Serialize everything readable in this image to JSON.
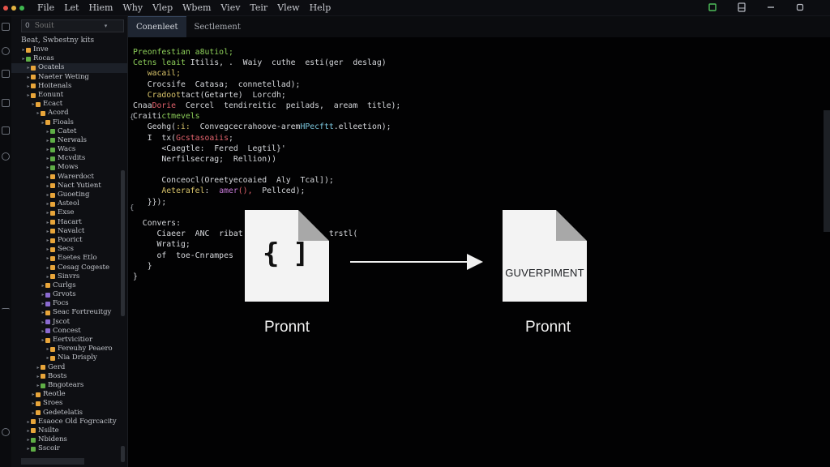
{
  "colors": {
    "close": "#e5534b",
    "minimize": "#e3b341",
    "maximize": "#3fb950",
    "folder": "#e8a53a",
    "folder_green": "#5fae46",
    "folder_purple": "#8a6ad0"
  },
  "menu": [
    "File",
    "Let",
    "Hiem",
    "Why",
    "Vlep",
    "Wbem",
    "Viev",
    "Teir",
    "Vlew",
    "Help"
  ],
  "window_controls": [
    "run-icon",
    "split-icon",
    "minimize-icon",
    "maximize-icon"
  ],
  "sidebar": {
    "search_placeholder": "Souit",
    "search_prefix": "0",
    "title": "Beat, Swbestny kits",
    "items": [
      {
        "label": "Inve",
        "depth": 0,
        "color": "folder"
      },
      {
        "label": "Rocas",
        "depth": 0,
        "color": "folder_green"
      },
      {
        "label": "Ocatels",
        "depth": 1,
        "color": "folder",
        "selected": true
      },
      {
        "label": "Naeter Weting",
        "depth": 1,
        "color": "folder"
      },
      {
        "label": "Hoitenals",
        "depth": 1,
        "color": "folder"
      },
      {
        "label": "Eonunt",
        "depth": 1,
        "color": "folder"
      },
      {
        "label": "Ecact",
        "depth": 2,
        "color": "folder"
      },
      {
        "label": "Acord",
        "depth": 3,
        "color": "folder"
      },
      {
        "label": "Fioals",
        "depth": 4,
        "color": "folder"
      },
      {
        "label": "Catet",
        "depth": 5,
        "color": "folder_green"
      },
      {
        "label": "Nerwals",
        "depth": 5,
        "color": "folder_green"
      },
      {
        "label": "Wacs",
        "depth": 5,
        "color": "folder_green"
      },
      {
        "label": "Mcvdits",
        "depth": 5,
        "color": "folder_green"
      },
      {
        "label": "Mows",
        "depth": 5,
        "color": "folder_green"
      },
      {
        "label": "Warerdoct",
        "depth": 5,
        "color": "folder"
      },
      {
        "label": "Nact Yutient",
        "depth": 5,
        "color": "folder"
      },
      {
        "label": "Guoeting",
        "depth": 5,
        "color": "folder"
      },
      {
        "label": "Asteol",
        "depth": 5,
        "color": "folder"
      },
      {
        "label": "Exse",
        "depth": 5,
        "color": "folder"
      },
      {
        "label": "Hacart",
        "depth": 5,
        "color": "folder"
      },
      {
        "label": "Navalct",
        "depth": 5,
        "color": "folder"
      },
      {
        "label": "Poorict",
        "depth": 5,
        "color": "folder"
      },
      {
        "label": "Secs",
        "depth": 5,
        "color": "folder"
      },
      {
        "label": "Esetes Etlo",
        "depth": 5,
        "color": "folder"
      },
      {
        "label": "Cesag Cogeste",
        "depth": 5,
        "color": "folder"
      },
      {
        "label": "Sinvrs",
        "depth": 5,
        "color": "folder"
      },
      {
        "label": "Curlgs",
        "depth": 4,
        "color": "folder"
      },
      {
        "label": "Grvots",
        "depth": 4,
        "color": "folder_purple"
      },
      {
        "label": "Focs",
        "depth": 4,
        "color": "folder_purple"
      },
      {
        "label": "Seac Fortreuitgy",
        "depth": 4,
        "color": "folder"
      },
      {
        "label": "Jscot",
        "depth": 4,
        "color": "folder_purple"
      },
      {
        "label": "Concest",
        "depth": 4,
        "color": "folder_purple"
      },
      {
        "label": "Eertvicitior",
        "depth": 4,
        "color": "folder"
      },
      {
        "label": "Fereuhy Peaero",
        "depth": 5,
        "color": "folder"
      },
      {
        "label": "Nia Drisply",
        "depth": 5,
        "color": "folder"
      },
      {
        "label": "Gerd",
        "depth": 3,
        "color": "folder"
      },
      {
        "label": "Bosts",
        "depth": 3,
        "color": "folder"
      },
      {
        "label": "Bngotears",
        "depth": 3,
        "color": "folder_green"
      },
      {
        "label": "Reotle",
        "depth": 2,
        "color": "folder"
      },
      {
        "label": "Sroes",
        "depth": 2,
        "color": "folder"
      },
      {
        "label": "Gedetelatis",
        "depth": 2,
        "color": "folder"
      },
      {
        "label": "Esaoce Old Fogrcacity",
        "depth": 1,
        "color": "folder"
      },
      {
        "label": "Nsilte",
        "depth": 1,
        "color": "folder"
      },
      {
        "label": "Nbidens",
        "depth": 1,
        "color": "folder_green"
      },
      {
        "label": "Sscoir",
        "depth": 1,
        "color": "folder_green"
      }
    ]
  },
  "tabs": [
    {
      "label": "Conenleet",
      "active": true
    },
    {
      "label": "Sectlement",
      "active": false
    }
  ],
  "code_lines": [
    [
      {
        "t": "Preonfestian a8utiol;",
        "c": "g"
      }
    ],
    [
      {
        "t": "Cetns leait ",
        "c": "g"
      },
      {
        "t": "Itilis,",
        "c": "w"
      },
      {
        "t": " .  Waiy  cuthe  esti(ger  deslag)",
        "c": "w"
      }
    ],
    [
      {
        "t": "   wacail;",
        "c": "y"
      }
    ],
    [
      {
        "t": "   Crocsife  Catasa;  connetellad);",
        "c": "w"
      }
    ],
    [
      {
        "t": "   Cradoot",
        "c": "y"
      },
      {
        "t": "tact(",
        "c": "w"
      },
      {
        "t": "Getarte",
        "c": "w"
      },
      {
        "t": ")  Lorcdh;",
        "c": "w"
      }
    ],
    [
      {
        "t": "Cnaa",
        "c": "w"
      },
      {
        "t": "Dorie",
        "c": "r"
      },
      {
        "t": "  Cercel  tendireitic  peilads,  aream  title);",
        "c": "w"
      }
    ],
    [
      {
        "t": "Craiti",
        "c": "w"
      },
      {
        "t": "ctmevels",
        "c": "g"
      }
    ],
    [
      {
        "t": "   Geohg(",
        "c": "w"
      },
      {
        "t": ":i:",
        "c": "y"
      },
      {
        "t": "  Convegcecrahoove-arem",
        "c": "w"
      },
      {
        "t": "HPecftt",
        "c": "c"
      },
      {
        "t": ".elleetion);",
        "c": "w"
      }
    ],
    [
      {
        "t": "   I  tx(",
        "c": "w"
      },
      {
        "t": "Gcstasoaiis",
        "c": "r"
      },
      {
        "t": ";",
        "c": "w"
      }
    ],
    [
      {
        "t": "      <Caegtle:  Fered  Legtil}'",
        "c": "w"
      }
    ],
    [
      {
        "t": "      Nerfilsecrag;  ",
        "c": "w"
      },
      {
        "t": "Rellion",
        "c": "w"
      },
      {
        "t": "))",
        "c": "w"
      }
    ],
    [
      {
        "t": "",
        "c": "w"
      }
    ],
    [
      {
        "t": "      Conceocl(",
        "c": "w"
      },
      {
        "t": "Oreetyecoaied",
        "c": "w"
      },
      {
        "t": "  Aly  Tcal]);",
        "c": "w"
      }
    ],
    [
      {
        "t": "      ",
        "c": "w"
      },
      {
        "t": "Aeterafel",
        "c": "y"
      },
      {
        "t": ":  ",
        "c": "w"
      },
      {
        "t": "amer",
        "c": "m"
      },
      {
        "t": "(),",
        "c": "r"
      },
      {
        "t": "  Pellced);",
        "c": "w"
      }
    ],
    [
      {
        "t": "   }});",
        "c": "w"
      }
    ],
    [
      {
        "t": "",
        "c": "w"
      }
    ],
    [
      {
        "t": "  Convers:",
        "c": "w"
      }
    ],
    [
      {
        "t": "     Ciaeer  ANC  ribat",
        "c": "w"
      },
      {
        "t": "                ",
        "c": "w"
      },
      {
        "t": "Getrstl(",
        "c": "w"
      }
    ],
    [
      {
        "t": "     Wratig;",
        "c": "w"
      }
    ],
    [
      {
        "t": "     of  toe-Cnrampes",
        "c": "w"
      }
    ],
    [
      {
        "t": "   }",
        "c": "w"
      }
    ],
    [
      {
        "t": "}",
        "c": "w"
      }
    ]
  ],
  "overlay": {
    "left_doc": {
      "symbol": "{ ]",
      "caption": "Pronnt",
      "icon": "code-file-icon"
    },
    "right_doc": {
      "label": "GUVERPIMENT",
      "caption": "Pronnt",
      "icon": "document-file-icon"
    },
    "arrow_icon": "arrow-right-icon"
  }
}
